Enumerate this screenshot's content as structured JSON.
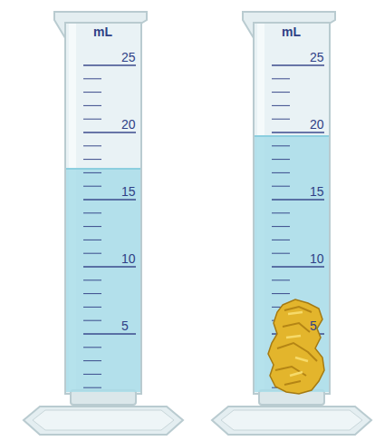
{
  "diagram": {
    "labels": [
      "mL",
      "25",
      "20",
      "15",
      "10",
      "5",
      "mL",
      "25",
      "20",
      "15",
      "10",
      "5"
    ]
  }
}
